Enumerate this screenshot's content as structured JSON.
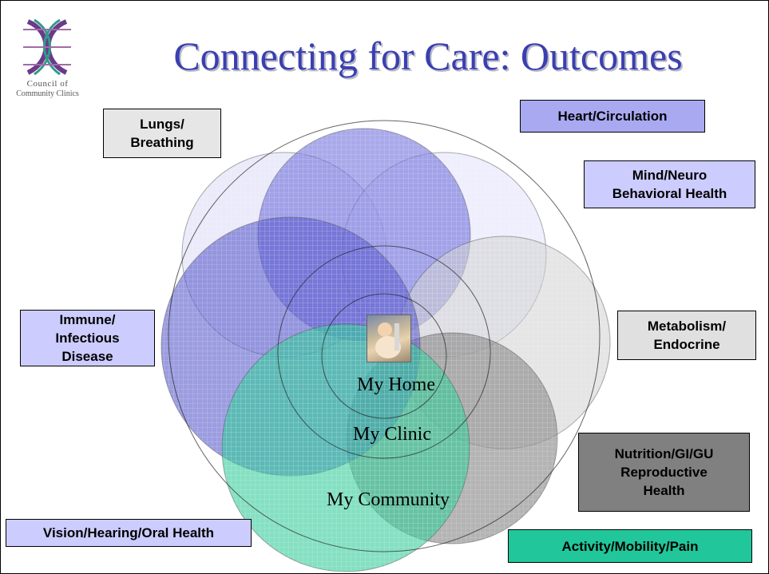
{
  "title": "Connecting for Care: Outcomes",
  "logo": {
    "line1": "Council of",
    "line2": "Community Clinics"
  },
  "center_labels": {
    "home": "My Home",
    "clinic": "My Clinic",
    "community": "My Community"
  },
  "domains": [
    {
      "label": "Lungs/\nBreathing",
      "color": "#e6e6e6"
    },
    {
      "label": "Heart/Circulation",
      "color": "#a9a9f2"
    },
    {
      "label": "Mind/Neuro\nBehavioral Health",
      "color": "#ccccff"
    },
    {
      "label": "Metabolism/\nEndocrine",
      "color": "#e0e0e0"
    },
    {
      "label": "Nutrition/GI/GU\nReproductive\nHealth",
      "color": "#808080"
    },
    {
      "label": "Activity/Mobility/Pain",
      "color": "#21c79a"
    },
    {
      "label": "Vision/Hearing/Oral Health",
      "color": "#ccccff"
    },
    {
      "label": "Immune/\nInfectious\nDisease",
      "color": "#ccccff"
    }
  ],
  "circle_colors": {
    "lungs": "#d8d8f6",
    "heart": "#6f70dc",
    "mind": "#e0e0fb",
    "metabolism": "#cfcfcf",
    "nutrition": "#8c8c8c",
    "activity": "#33cc99",
    "immune": "#5a5ccc"
  },
  "icons": {
    "photo": "baby-photo"
  }
}
